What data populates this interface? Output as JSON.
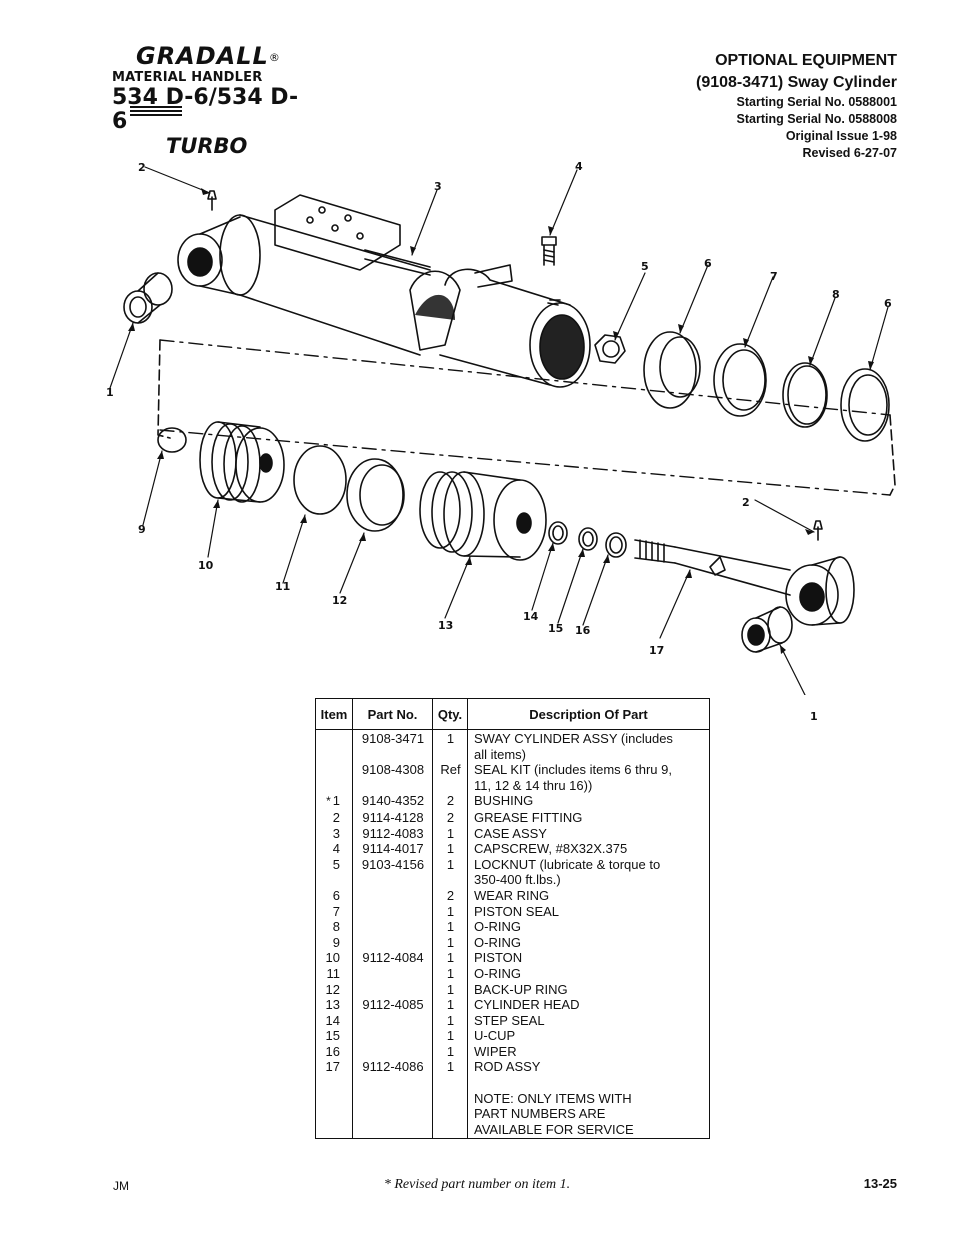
{
  "logo": {
    "brand": "GRADALL",
    "registered": "®",
    "line2": "MATERIAL HANDLER",
    "line3": "534 D-6/534 D-6",
    "line4": "TURBO"
  },
  "header": {
    "title": "OPTIONAL EQUIPMENT",
    "subtitle": "(9108-3471) Sway Cylinder",
    "serial1": "Starting Serial No. 0588001",
    "serial2": "Starting Serial No. 0588008",
    "issue": "Original Issue 1-98",
    "revised": "Revised 6-27-07"
  },
  "callouts": {
    "c1a": "1",
    "c2a": "2",
    "c3": "3",
    "c4": "4",
    "c5": "5",
    "c6a": "6",
    "c7": "7",
    "c8": "8",
    "c6b": "6",
    "c9": "9",
    "c10": "10",
    "c11": "11",
    "c12": "12",
    "c13": "13",
    "c14": "14",
    "c15": "15",
    "c16": "16",
    "c17": "17",
    "c2b": "2",
    "c1b": "1"
  },
  "table": {
    "headers": {
      "item": "Item",
      "part": "Part No.",
      "qty": "Qty.",
      "desc": "Description Of Part"
    },
    "rows": [
      {
        "item": "",
        "part": "9108-3471",
        "qty": "1",
        "desc": [
          "SWAY CYLINDER ASSY (includes",
          "all items)"
        ]
      },
      {
        "item": "",
        "part": "9108-4308",
        "qty": "Ref",
        "desc": [
          "SEAL KIT (includes items 6 thru 9,",
          "11, 12 & 14 thru 16))"
        ]
      },
      {
        "item": "1",
        "mark": "*",
        "part": "9140-4352",
        "qty": "2",
        "desc": [
          "BUSHING"
        ]
      },
      {
        "item": "2",
        "part": "9114-4128",
        "qty": "2",
        "desc": [
          "GREASE FITTING"
        ]
      },
      {
        "item": "3",
        "part": "9112-4083",
        "qty": "1",
        "desc": [
          "CASE ASSY"
        ]
      },
      {
        "item": "4",
        "part": "9114-4017",
        "qty": "1",
        "desc": [
          "CAPSCREW, #8X32X.375"
        ]
      },
      {
        "item": "5",
        "part": "9103-4156",
        "qty": "1",
        "desc": [
          "LOCKNUT (lubricate & torque to",
          "350-400 ft.lbs.)"
        ]
      },
      {
        "item": "6",
        "part": "",
        "qty": "2",
        "desc": [
          "WEAR RING"
        ]
      },
      {
        "item": "7",
        "part": "",
        "qty": "1",
        "desc": [
          "PISTON SEAL"
        ]
      },
      {
        "item": "8",
        "part": "",
        "qty": "1",
        "desc": [
          "O-RING"
        ]
      },
      {
        "item": "9",
        "part": "",
        "qty": "1",
        "desc": [
          "O-RING"
        ]
      },
      {
        "item": "10",
        "part": "9112-4084",
        "qty": "1",
        "desc": [
          "PISTON"
        ]
      },
      {
        "item": "11",
        "part": "",
        "qty": "1",
        "desc": [
          "O-RING"
        ]
      },
      {
        "item": "12",
        "part": "",
        "qty": "1",
        "desc": [
          "BACK-UP RING"
        ]
      },
      {
        "item": "13",
        "part": "9112-4085",
        "qty": "1",
        "desc": [
          "CYLINDER HEAD"
        ]
      },
      {
        "item": "14",
        "part": "",
        "qty": "1",
        "desc": [
          "STEP SEAL"
        ]
      },
      {
        "item": "15",
        "part": "",
        "qty": "1",
        "desc": [
          "U-CUP"
        ]
      },
      {
        "item": "16",
        "part": "",
        "qty": "1",
        "desc": [
          "WIPER"
        ]
      },
      {
        "item": "17",
        "part": "9112-4086",
        "qty": "1",
        "desc": [
          "ROD ASSY"
        ]
      }
    ],
    "note": [
      "NOTE:  ONLY ITEMS WITH",
      "PART NUMBERS ARE",
      "AVAILABLE FOR SERVICE"
    ]
  },
  "footer": {
    "left": "JM",
    "middle": "*  Revised part number on item 1.",
    "right": "13-25"
  }
}
